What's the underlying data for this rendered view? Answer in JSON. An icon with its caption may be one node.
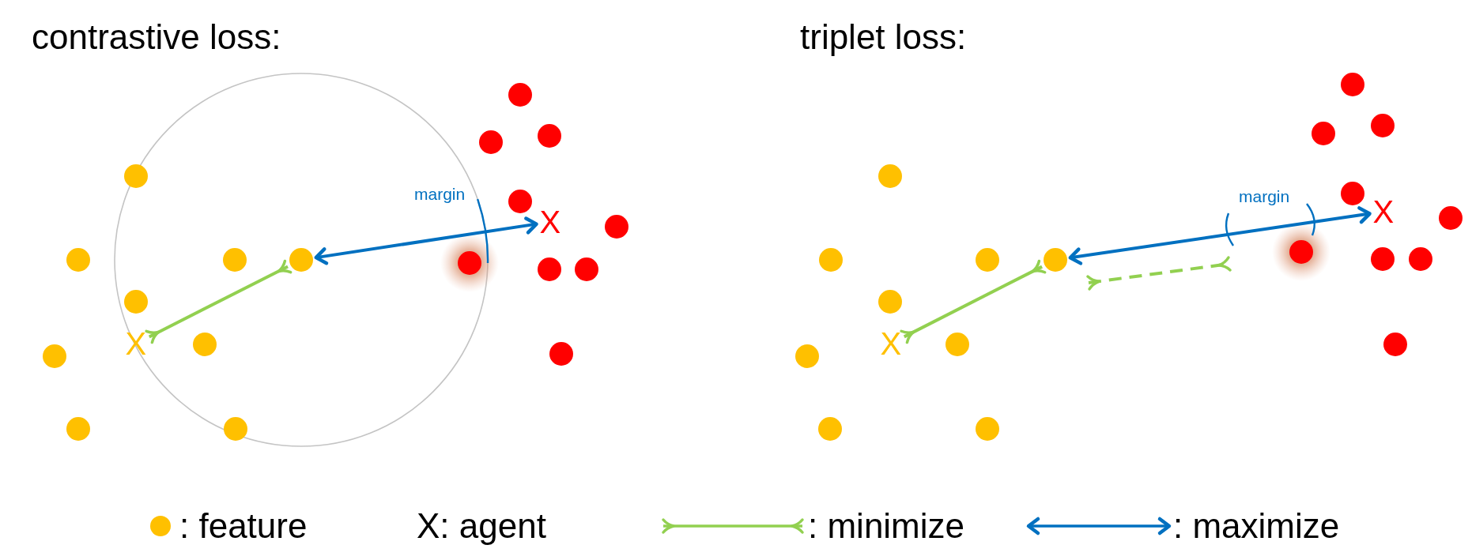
{
  "diagram": {
    "nodes": [
      {
        "text": [],
        "shape": "circle"
      },
      {
        "text": [],
        "shape": "circle"
      },
      {
        "text": [],
        "shape": "circle"
      },
      {
        "text": [],
        "shape": "circle"
      },
      {
        "text": [],
        "shape": "circle"
      },
      {
        "text": [],
        "shape": "circle"
      },
      {
        "text": [],
        "shape": "circle"
      },
      {
        "text": [],
        "shape": "circle"
      },
      {
        "text": [],
        "shape": "circle"
      },
      {
        "text": [
          "X"
        ]
      },
      {
        "text": [],
        "shape": "circle"
      },
      {
        "text": [],
        "shape": "circle"
      },
      {
        "text": [],
        "shape": "circle"
      },
      {
        "text": [],
        "shape": "circle"
      },
      {
        "text": [],
        "shape": "circle"
      },
      {
        "text": [],
        "shape": "circle"
      },
      {
        "text": [],
        "shape": "circle"
      },
      {
        "text": [],
        "shape": "circle"
      },
      {
        "text": [],
        "shape": "circle"
      },
      {
        "text": [
          "X"
        ]
      },
      {
        "text": [],
        "shape": "circle"
      },
      {
        "text": [],
        "shape": "circle"
      },
      {
        "text": [],
        "shape": "circle"
      },
      {
        "text": [],
        "shape": "circle"
      },
      {
        "text": [],
        "shape": "circle"
      },
      {
        "text": [],
        "shape": "circle"
      },
      {
        "text": [],
        "shape": "circle"
      },
      {
        "text": [],
        "shape": "circle"
      },
      {
        "text": [],
        "shape": "circle"
      },
      {
        "text": [
          "X"
        ]
      },
      {
        "text": [],
        "shape": "circle"
      },
      {
        "text": [],
        "shape": "circle"
      },
      {
        "text": [],
        "shape": "circle"
      },
      {
        "text": [],
        "shape": "circle"
      },
      {
        "text": [],
        "shape": "circle"
      },
      {
        "text": [],
        "shape": "circle"
      },
      {
        "text": [],
        "shape": "circle"
      },
      {
        "text": [],
        "shape": "circle"
      },
      {
        "text": [],
        "shape": "circle"
      },
      {
        "text": [
          "X"
        ]
      }
    ],
    "edges": [
      {
        "from": 9,
        "to": 3,
        "arrow": "other",
        "color": "#92d050"
      },
      {
        "from": 3,
        "to": 19,
        "arrow": "both",
        "color": "#0070c0"
      },
      {
        "from": 29,
        "to": 23,
        "arrow": "other",
        "color": "#92d050"
      },
      {
        "from": 23,
        "to": 39,
        "arrow": "both",
        "color": "#0070c0"
      }
    ],
    "labels": [
      "contrastive loss:",
      "triplet loss:",
      "margin",
      "margin"
    ],
    "legend": [
      {
        "text": ": feature",
        "color": "#ffc000"
      },
      {
        "text": "X: agent"
      },
      {
        "text": ": minimize"
      },
      {
        "text": ": maximize"
      }
    ]
  }
}
